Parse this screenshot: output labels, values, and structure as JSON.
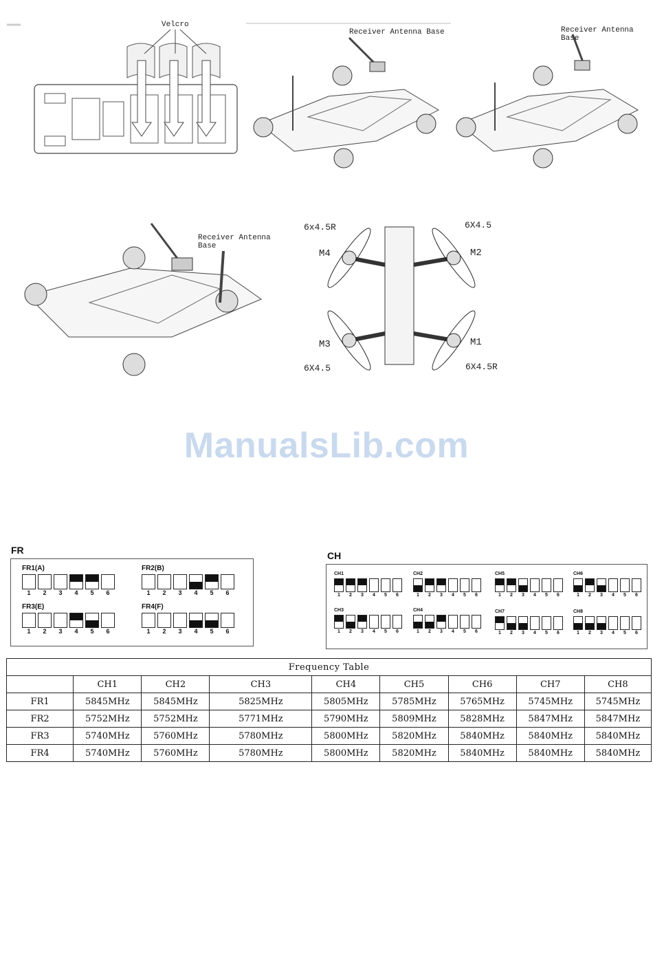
{
  "figures": {
    "velcro_label": "Velcro",
    "antenna_label_1": "Receiver Antenna Base",
    "antenna_label_2": "Receiver Antenna Base",
    "antenna_label_3": "Receiver Antenna Base",
    "props": {
      "m4_prop": "6x4.5R",
      "m4_label": "M4",
      "m2_prop": "6X4.5",
      "m2_label": "M2",
      "m3_label": "M3",
      "m3_prop": "6X4.5",
      "m1_label": "M1",
      "m1_prop": "6X4.5R"
    }
  },
  "watermark": "ManualsLib.com",
  "fr_section": {
    "label": "FR",
    "groups": [
      {
        "title": "FR1(A)",
        "switches": [
          "",
          "",
          "",
          "up",
          "up",
          ""
        ]
      },
      {
        "title": "FR2(B)",
        "switches": [
          "",
          "",
          "",
          "down",
          "up",
          ""
        ]
      },
      {
        "title": "FR3(E)",
        "switches": [
          "",
          "",
          "",
          "up",
          "down",
          ""
        ]
      },
      {
        "title": "FR4(F)",
        "switches": [
          "",
          "",
          "",
          "down",
          "down",
          ""
        ]
      }
    ],
    "numbers": [
      "1",
      "2",
      "3",
      "4",
      "5",
      "6"
    ]
  },
  "ch_section": {
    "label": "CH",
    "groups": [
      {
        "title": "CH1",
        "switches": [
          "up",
          "up",
          "up",
          "",
          "",
          ""
        ]
      },
      {
        "title": "CH2",
        "switches": [
          "down",
          "up",
          "up",
          "",
          "",
          ""
        ]
      },
      {
        "title": "CH5",
        "switches": [
          "up",
          "up",
          "down",
          "",
          "",
          ""
        ]
      },
      {
        "title": "CH6",
        "switches": [
          "down",
          "up",
          "down",
          "",
          "",
          ""
        ]
      },
      {
        "title": "CH3",
        "switches": [
          "up",
          "down",
          "up",
          "",
          "",
          ""
        ]
      },
      {
        "title": "CH4",
        "switches": [
          "down",
          "down",
          "up",
          "",
          "",
          ""
        ]
      },
      {
        "title": "CH7",
        "switches": [
          "up",
          "down",
          "down",
          "",
          "",
          ""
        ]
      },
      {
        "title": "CH8",
        "switches": [
          "down",
          "down",
          "down",
          "",
          "",
          ""
        ]
      }
    ],
    "numbers": [
      "1",
      "2",
      "3",
      "4",
      "5",
      "6"
    ]
  },
  "freq_table": {
    "caption": "Frequency Table",
    "headers": [
      "",
      "CH1",
      "CH2",
      "CH3",
      "CH4",
      "CH5",
      "CH6",
      "CH7",
      "CH8"
    ],
    "rows": [
      [
        "FR1",
        "5845MHz",
        "5845MHz",
        "5825MHz",
        "5805MHz",
        "5785MHz",
        "5765MHz",
        "5745MHz",
        "5745MHz"
      ],
      [
        "FR2",
        "5752MHz",
        "5752MHz",
        "5771MHz",
        "5790MHz",
        "5809MHz",
        "5828MHz",
        "5847MHz",
        "5847MHz"
      ],
      [
        "FR3",
        "5740MHz",
        "5760MHz",
        "5780MHz",
        "5800MHz",
        "5820MHz",
        "5840MHz",
        "5840MHz",
        "5840MHz"
      ],
      [
        "FR4",
        "5740MHz",
        "5760MHz",
        "5780MHz",
        "5800MHz",
        "5820MHz",
        "5840MHz",
        "5840MHz",
        "5840MHz"
      ]
    ]
  }
}
